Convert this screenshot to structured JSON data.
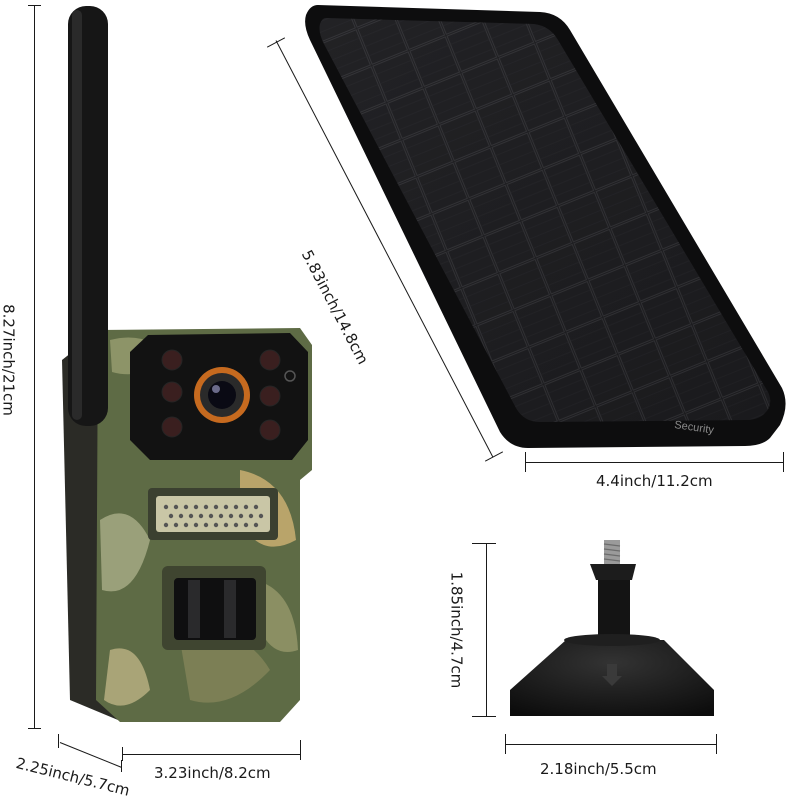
{
  "product": {
    "solar_panel_brand": "Security"
  },
  "dimensions": {
    "camera_height": "8.27inch/21cm",
    "camera_depth": "2.25inch/5.7cm",
    "camera_width": "3.23inch/8.2cm",
    "panel_length": "5.83inch/14.8cm",
    "panel_width": "4.4inch/11.2cm",
    "mount_height": "1.85inch/4.7cm",
    "mount_width": "2.18inch/5.5cm"
  },
  "colors": {
    "camo_base": "#5e6b45",
    "camo_light": "#9aa07a",
    "camo_tan": "#b9a46a",
    "panel": "#1c1c1e",
    "lens_ring": "#c66a1f",
    "mount": "#111111"
  }
}
